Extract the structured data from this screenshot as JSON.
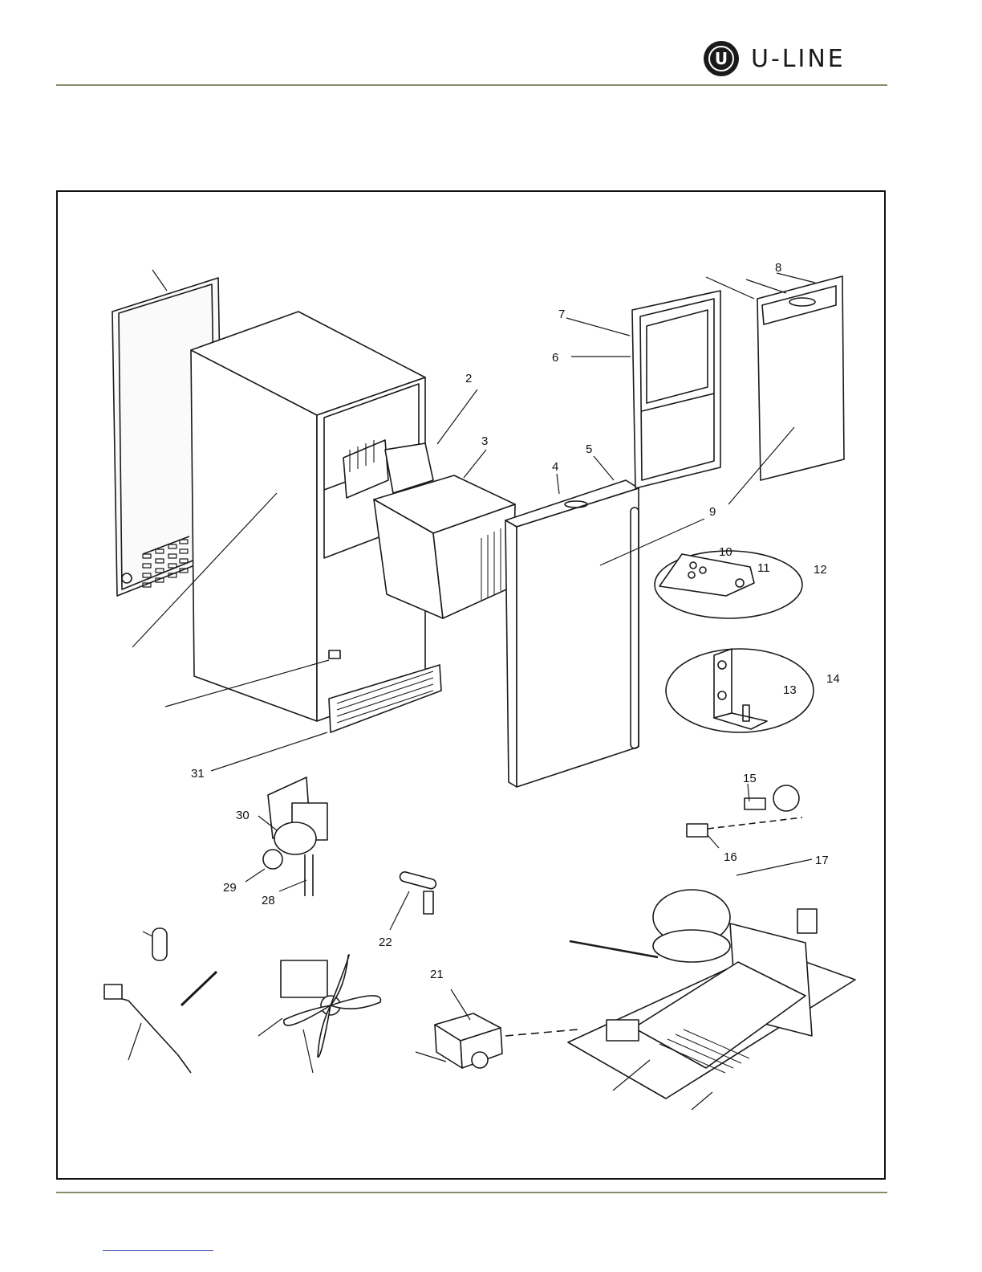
{
  "brand": {
    "name": "U-LINE",
    "mark": "U"
  },
  "callouts": [
    "2",
    "3",
    "4",
    "5",
    "6",
    "7",
    "8",
    "9",
    "10",
    "11",
    "12",
    "13",
    "14",
    "15",
    "16",
    "17",
    "21",
    "22",
    "28",
    "29",
    "30",
    "31"
  ]
}
